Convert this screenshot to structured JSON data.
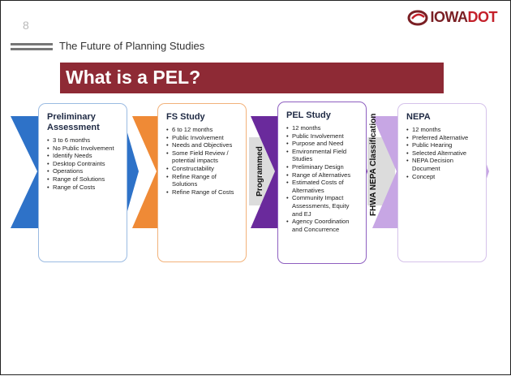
{
  "slide": {
    "number": "8",
    "subtitle": "The Future of Planning Studies",
    "title": "What is a PEL?"
  },
  "logo": {
    "text_main": "IOWA",
    "text_accent": "DOT",
    "icon": "iowa-dot-swirl-icon"
  },
  "colors": {
    "title_band": "#8e2a35",
    "chevron_blue": "#2e72c8",
    "chevron_orange": "#ef8a36",
    "chevron_purple": "#6a2a9c",
    "chevron_lavender": "#c7a6e4",
    "connector_gray": "#dcdcdc"
  },
  "stages": [
    {
      "title": "Preliminary Assessment",
      "items": [
        "3 to 6 months",
        "No Public Involvement",
        "Identify Needs",
        "Desktop Contraints",
        "Operations",
        "Range of Solutions",
        "Range of Costs"
      ]
    },
    {
      "title": "FS Study",
      "items": [
        "6 to 12 months",
        "Public Involvement",
        "Needs and Objectives",
        "Some Field Review / potential impacts",
        "Constructability",
        "Refine Range of Solutions",
        "Refine Range of Costs"
      ]
    },
    {
      "title": "PEL Study",
      "items": [
        "12 months",
        "Public Involvement",
        "Purpose and Need",
        "Environmental Field Studies",
        "Preliminary Design",
        "Range of Alternatives",
        "Estimated Costs of Alternatives",
        "Community Impact Assessments, Equity and EJ",
        "Agency Coordination and Concurrence"
      ]
    },
    {
      "title": "NEPA",
      "items": [
        "12 months",
        "Preferred Alternative",
        "Public Hearing",
        "Selected Alternative",
        "NEPA Decision Document",
        "Concept"
      ]
    }
  ],
  "transitions": {
    "programmed": "Programmed",
    "fhwa": "FHWA NEPA Classification"
  }
}
